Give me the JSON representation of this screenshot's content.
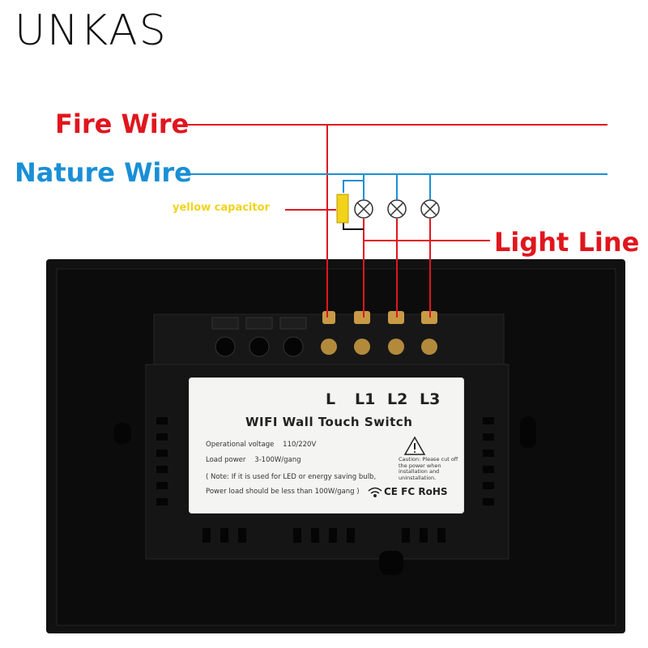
{
  "brand": {
    "logo_text": "UNKAS"
  },
  "labels": {
    "fire_wire": "Fire Wire",
    "nature_wire": "Nature Wire",
    "capacitor": "yellow capacitor",
    "light_line": "Light Line"
  },
  "terminals": [
    "L",
    "L1",
    "L2",
    "L3"
  ],
  "sticker": {
    "title": "WIFI Wall Touch Switch",
    "voltage_label": "Operational voltage",
    "voltage_value": "110/220V",
    "load_label": "Load power",
    "load_value": "3-100W/gang",
    "note_line1": "( Note: If it is used for LED or energy saving bulb,",
    "note_line2": "Power load should be less than 100W/gang )",
    "caution": "Caution: Please cut off the power when installation and uninstallation.",
    "certifications": "CE FC RoHS"
  },
  "colors": {
    "fire_wire": "#e0161e",
    "nature_wire": "#1a8fd6",
    "capacitor": "#f2d21a",
    "switch_body": "#111111"
  },
  "icons": [
    "lamp-icon",
    "warning-triangle-icon",
    "wifi-icon"
  ]
}
